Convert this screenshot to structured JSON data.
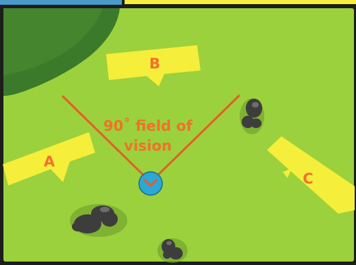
{
  "diagram": {
    "labels": {
      "a": "A",
      "b": "B",
      "c": "C"
    },
    "fov_line1": "90˚ field of",
    "fov_line2": "vision",
    "colors": {
      "frame": "#1d1d1b",
      "top_border_blue": "#4a9ac9",
      "top_border_yellow": "#f6ee3a",
      "grass": "#9bd13c",
      "grass_edge": "#8cc434",
      "forest": "#3a7a2a",
      "forest_light": "#4c8e32",
      "zone_fill": "#f5ee3a",
      "zone_text": "#f0712a",
      "vision_line": "#e85a2a",
      "viewer": "#2aa8d8",
      "rock": "#3e3d3d",
      "rock_highlight": "#6e6c6c"
    }
  }
}
